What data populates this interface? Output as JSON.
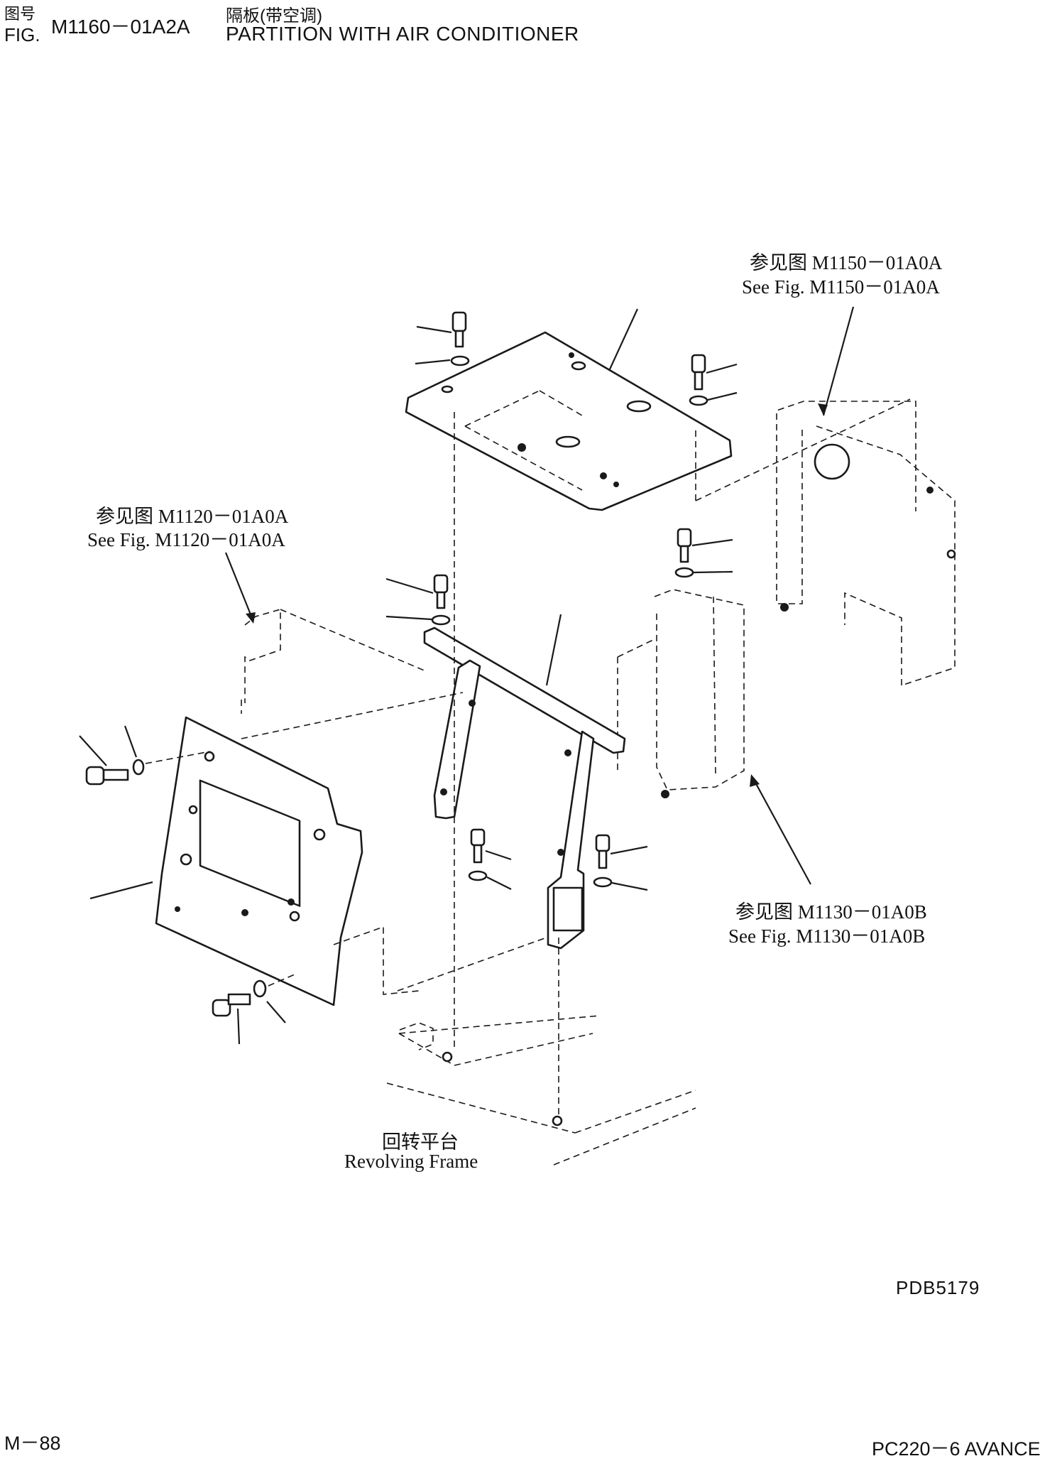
{
  "header": {
    "fig_label_cn": "图号",
    "fig_label_en": "FIG.",
    "fig_number": "M1160－01A2A",
    "title_cn": "隔板(带空调)",
    "title_en": "PARTITION WITH AIR CONDITIONER"
  },
  "references": [
    {
      "cn": "参见图 M1150－01A0A",
      "en": "See Fig. M1150－01A0A"
    },
    {
      "cn": "参见图 M1120－01A0A",
      "en": "See Fig. M1120－01A0A"
    },
    {
      "cn": "参见图 M1130－01A0B",
      "en": "See Fig. M1130－01A0B"
    }
  ],
  "base": {
    "cn": "回转平台",
    "en": "Revolving Frame"
  },
  "drawing_code": "PDB5179",
  "footer": {
    "page": "M－88",
    "model": "PC220－6 AVANCE"
  },
  "colors": {
    "ink": "#111111",
    "paper": "#ffffff"
  }
}
